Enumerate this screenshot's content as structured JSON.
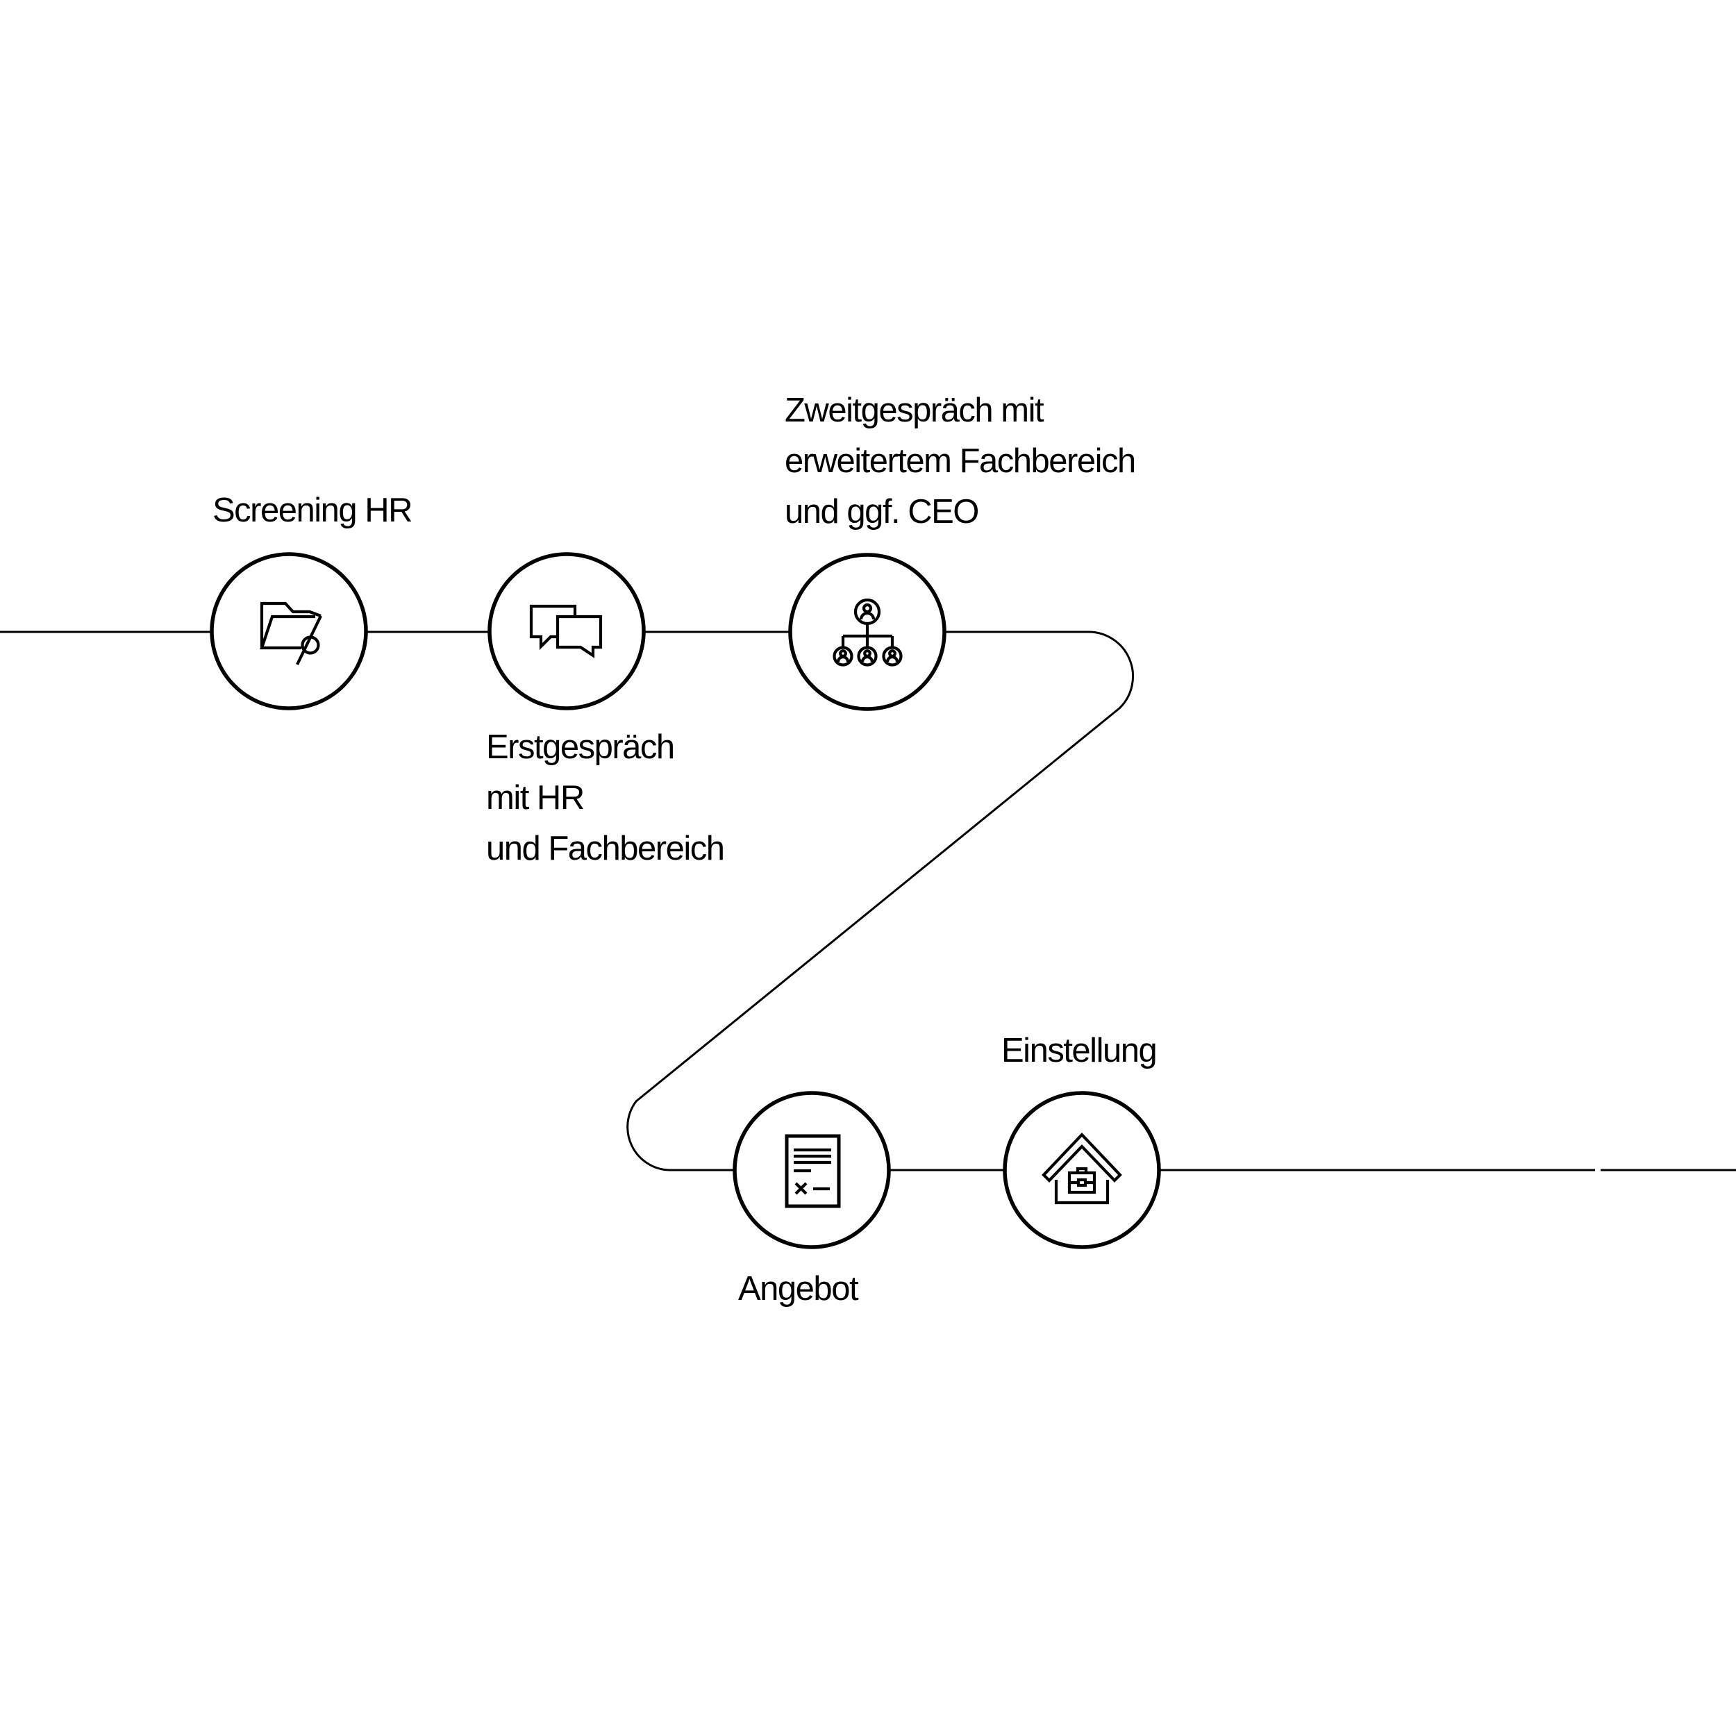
{
  "colors": {
    "line": "#000000",
    "text": "#000000",
    "background": "#ffffff"
  },
  "steps": [
    {
      "name": "screening",
      "label_lines": [
        "Screening HR"
      ],
      "icon": "folder-search-icon",
      "label_position": "above"
    },
    {
      "name": "erstgespraech",
      "label_lines": [
        "Erstgespräch",
        "mit HR",
        "und Fachbereich"
      ],
      "icon": "chat-bubbles-icon",
      "label_position": "below"
    },
    {
      "name": "zweitgespraech",
      "label_lines": [
        "Zweitgespräch mit",
        "erweitertem Fachbereich",
        "und ggf. CEO"
      ],
      "icon": "org-chart-icon",
      "label_position": "above"
    },
    {
      "name": "angebot",
      "label_lines": [
        "Angebot"
      ],
      "icon": "contract-document-icon",
      "label_position": "below"
    },
    {
      "name": "einstellung",
      "label_lines": [
        "Einstellung"
      ],
      "icon": "house-briefcase-icon",
      "label_position": "above"
    }
  ]
}
